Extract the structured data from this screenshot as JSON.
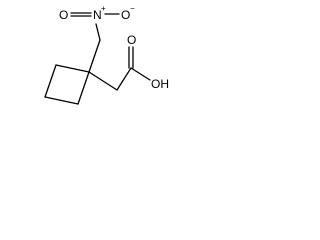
{
  "molecule": {
    "atoms": {
      "nitrogen": "N",
      "nitro_oxygen_left": "O",
      "nitro_oxygen_right": "O",
      "nitrogen_charge": "+",
      "oxygen_charge": "−",
      "hydroxyl": "OH",
      "carbonyl_oxygen": "O"
    }
  }
}
